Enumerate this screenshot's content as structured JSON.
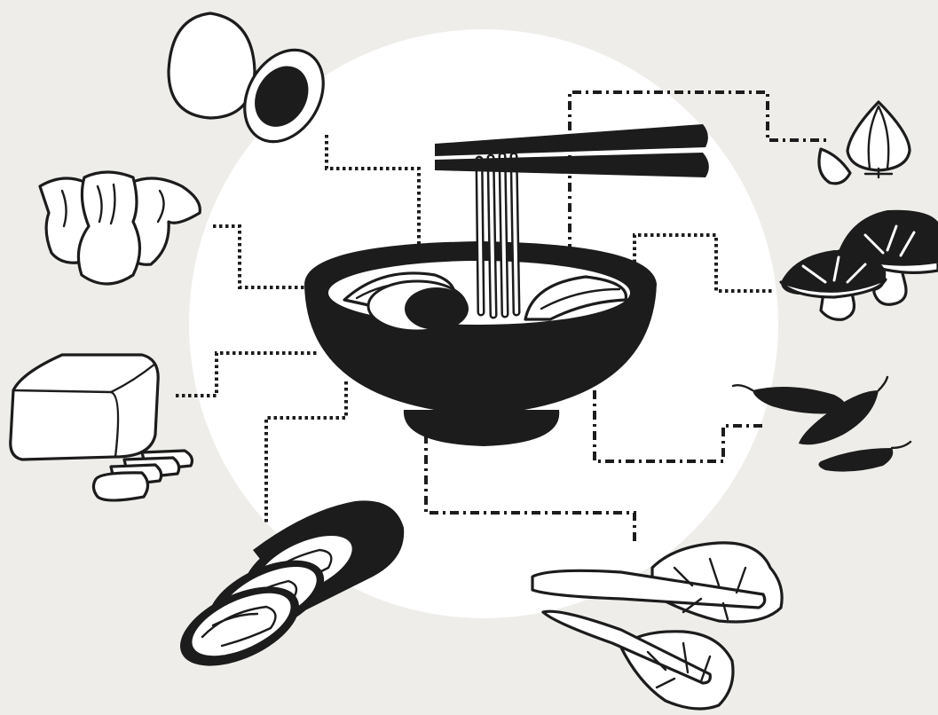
{
  "colors": {
    "background": "#eeedea",
    "circle": "#ffffff",
    "ink": "#1c1c1c"
  },
  "diagram": {
    "center": "ramen-bowl-with-chopsticks",
    "ingredients": [
      {
        "id": "egg",
        "icon": "egg-icon",
        "connector": "dotted"
      },
      {
        "id": "garlic",
        "icon": "garlic-icon",
        "connector": "dash-dot"
      },
      {
        "id": "dumplings",
        "icon": "dumplings-icon",
        "connector": "dotted"
      },
      {
        "id": "mushrooms",
        "icon": "mushroom-icon",
        "connector": "dotted"
      },
      {
        "id": "tofu",
        "icon": "tofu-icon",
        "connector": "dotted"
      },
      {
        "id": "chili-peppers",
        "icon": "chili-pepper-icon",
        "connector": "dash-dot"
      },
      {
        "id": "kimbap",
        "icon": "kimbap-icon",
        "connector": "dotted"
      },
      {
        "id": "bok-choy",
        "icon": "bok-choy-icon",
        "connector": "dash-dot"
      }
    ]
  }
}
